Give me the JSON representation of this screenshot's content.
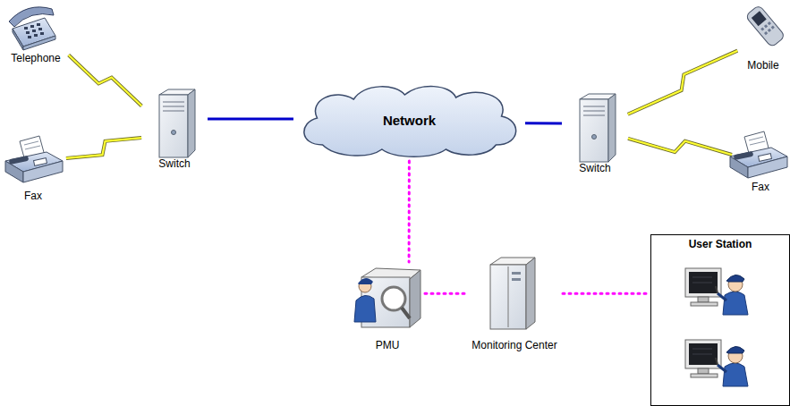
{
  "diagram": {
    "nodes": [
      {
        "text": [
          "Telephone"
        ]
      },
      {
        "text": [
          "Network"
        ]
      },
      {
        "text": [
          "Mobile"
        ]
      },
      {
        "text": [
          "Switch"
        ]
      },
      {
        "text": [
          "Switch"
        ]
      },
      {
        "text": [
          "Fax"
        ]
      },
      {
        "text": [
          "Fax"
        ]
      },
      {
        "text": [
          "User Station"
        ]
      },
      {
        "text": [
          "PMU"
        ]
      },
      {
        "text": [
          "Monitoring Center"
        ]
      }
    ],
    "edges": [
      {
        "from": 0,
        "to": 3,
        "arrow": "none"
      },
      {
        "from": 5,
        "to": 3,
        "arrow": "none"
      },
      {
        "from": 3,
        "to": 1,
        "arrow": "none"
      },
      {
        "from": 1,
        "to": 4,
        "arrow": "none"
      },
      {
        "from": 4,
        "to": 2,
        "arrow": "none"
      },
      {
        "from": 4,
        "to": 6,
        "arrow": "none"
      },
      {
        "from": 1,
        "to": 8,
        "arrow": "none"
      },
      {
        "from": 8,
        "to": 9,
        "arrow": "none"
      },
      {
        "from": 9,
        "to": 7,
        "arrow": "none"
      }
    ]
  }
}
